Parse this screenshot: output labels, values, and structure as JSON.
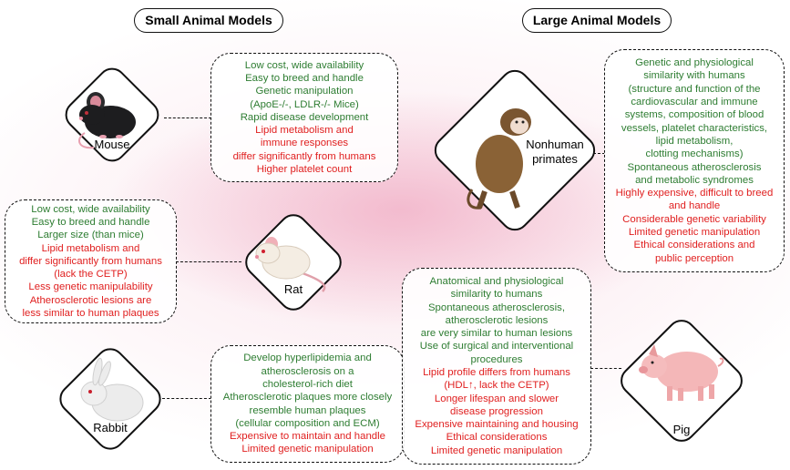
{
  "headers": {
    "small": "Small Animal Models",
    "large": "Large Animal Models"
  },
  "animals": {
    "mouse": "Mouse",
    "rat": "Rat",
    "rabbit": "Rabbit",
    "nhp": "Nonhuman primates",
    "pig": "Pig"
  },
  "boxes": {
    "mouse": {
      "lines": [
        {
          "text": "Low cost, wide availability",
          "color": "green"
        },
        {
          "text": "Easy to breed and handle",
          "color": "green"
        },
        {
          "text": "Genetic manipulation",
          "color": "green"
        },
        {
          "text": "(ApoE-/-, LDLR-/- Mice)",
          "color": "green"
        },
        {
          "text": "Rapid disease development",
          "color": "green"
        },
        {
          "text": "Lipid metabolism and",
          "color": "red"
        },
        {
          "text": "immune responses",
          "color": "red"
        },
        {
          "text": "differ significantly from humans",
          "color": "red"
        },
        {
          "text": "Higher platelet count",
          "color": "red"
        }
      ]
    },
    "rat": {
      "lines": [
        {
          "text": "Low cost, wide availability",
          "color": "green"
        },
        {
          "text": "Easy to breed and handle",
          "color": "green"
        },
        {
          "text": "Larger size (than mice)",
          "color": "green"
        },
        {
          "text": "Lipid metabolism and",
          "color": "red"
        },
        {
          "text": "differ significantly from humans",
          "color": "red"
        },
        {
          "text": "(lack the CETP)",
          "color": "red"
        },
        {
          "text": "Less genetic manipulability",
          "color": "red"
        },
        {
          "text": "Atherosclerotic lesions are",
          "color": "red"
        },
        {
          "text": "less similar to human plaques",
          "color": "red"
        }
      ]
    },
    "rabbit": {
      "lines": [
        {
          "text": "Develop hyperlipidemia and",
          "color": "green"
        },
        {
          "text": "atherosclerosis on a",
          "color": "green"
        },
        {
          "text": "cholesterol-rich diet",
          "color": "green"
        },
        {
          "text": "Atherosclerotic plaques more closely",
          "color": "green"
        },
        {
          "text": "resemble human plaques",
          "color": "green"
        },
        {
          "text": "(cellular composition and ECM)",
          "color": "green"
        },
        {
          "text": "Expensive to maintain and handle",
          "color": "red"
        },
        {
          "text": "Limited genetic manipulation",
          "color": "red"
        }
      ]
    },
    "nhp": {
      "lines": [
        {
          "text": "Genetic and physiological",
          "color": "green"
        },
        {
          "text": "similarity with humans",
          "color": "green"
        },
        {
          "text": "(structure and function of the",
          "color": "green"
        },
        {
          "text": "cardiovascular and immune",
          "color": "green"
        },
        {
          "text": "systems, composition of blood",
          "color": "green"
        },
        {
          "text": "vessels, platelet characteristics,",
          "color": "green"
        },
        {
          "text": "lipid metabolism,",
          "color": "green"
        },
        {
          "text": "clotting mechanisms)",
          "color": "green"
        },
        {
          "text": "Spontaneous atherosclerosis",
          "color": "green"
        },
        {
          "text": "and metabolic syndromes",
          "color": "green"
        },
        {
          "text": "Highly expensive, difficult to breed",
          "color": "red"
        },
        {
          "text": "and handle",
          "color": "red"
        },
        {
          "text": "Considerable genetic variability",
          "color": "red"
        },
        {
          "text": "Limited genetic manipulation",
          "color": "red"
        },
        {
          "text": "Ethical considerations and",
          "color": "red"
        },
        {
          "text": "public perception",
          "color": "red"
        }
      ]
    },
    "pig": {
      "lines": [
        {
          "text": "Anatomical and physiological",
          "color": "green"
        },
        {
          "text": "similarity to humans",
          "color": "green"
        },
        {
          "text": "Spontaneous atherosclerosis,",
          "color": "green"
        },
        {
          "text": "atherosclerotic lesions",
          "color": "green"
        },
        {
          "text": "are very similar to human lesions",
          "color": "green"
        },
        {
          "text": "Use of surgical and interventional",
          "color": "green"
        },
        {
          "text": "procedures",
          "color": "green"
        },
        {
          "text": "Lipid profile differs from humans",
          "color": "red"
        },
        {
          "text": "(HDL↑, lack the CETP)",
          "color": "red"
        },
        {
          "text": "Longer lifespan and slower",
          "color": "red"
        },
        {
          "text": "disease progression",
          "color": "red"
        },
        {
          "text": "Expensive maintaining and housing",
          "color": "red"
        },
        {
          "text": "Ethical considerations",
          "color": "red"
        },
        {
          "text": "Limited genetic manipulation",
          "color": "red"
        }
      ]
    }
  },
  "colors": {
    "advantage": "#2e7d32",
    "limitation": "#e02020",
    "background_glow": "#ec96b4"
  }
}
